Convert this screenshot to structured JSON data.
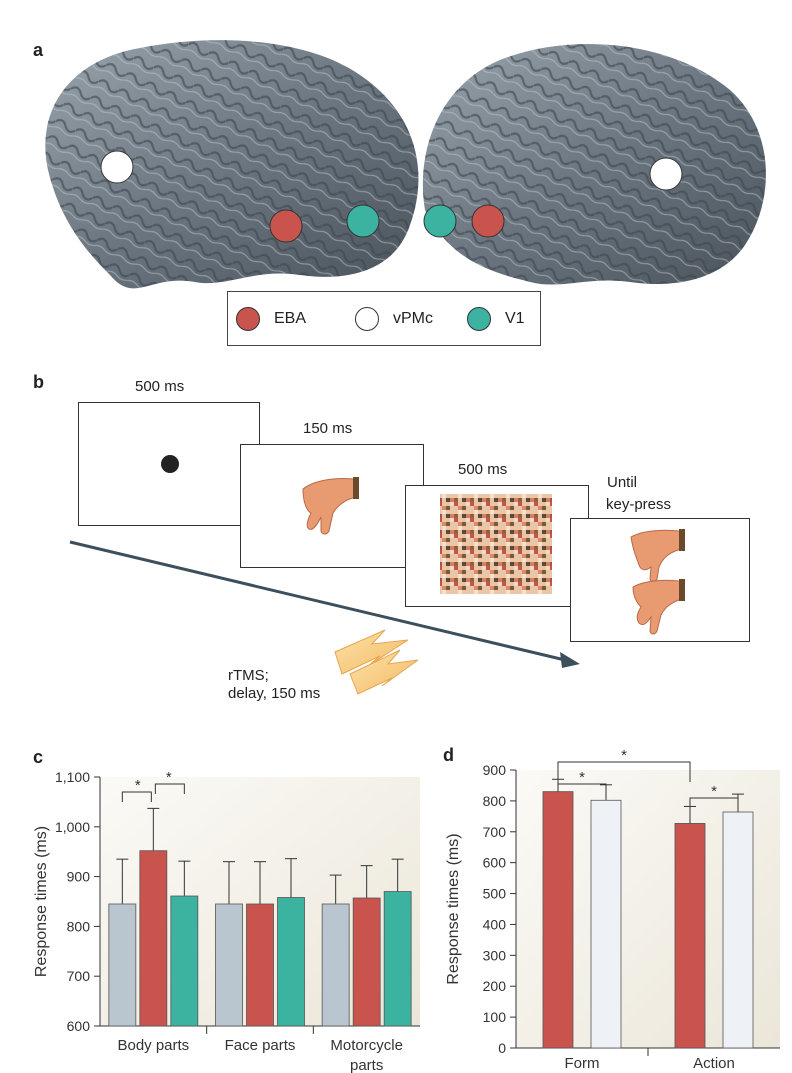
{
  "panels": {
    "a": "a",
    "b": "b",
    "c": "c",
    "d": "d"
  },
  "legend": [
    {
      "label": "EBA",
      "color": "#c9534d"
    },
    {
      "label": "vPMc",
      "color": "#ffffff"
    },
    {
      "label": "V1",
      "color": "#3bb3a0"
    }
  ],
  "timeline": {
    "frame1": "500 ms",
    "frame2": "150 ms",
    "frame3": "500 ms",
    "frame4_line1": "Until",
    "frame4_line2": "key-press",
    "rtms_line1": "rTMS;",
    "rtms_line2": "delay, 150 ms"
  },
  "chart_data": [
    {
      "type": "bar",
      "panel": "c",
      "ylabel": "Response times (ms)",
      "ylim": [
        600,
        1100
      ],
      "yticks": [
        "600",
        "700",
        "800",
        "900",
        "1,000",
        "1,100"
      ],
      "categories": [
        "Body parts",
        "Face parts",
        "Motorcycle parts"
      ],
      "series": [
        {
          "color": "#b9c6d0",
          "values": [
            845,
            845,
            845
          ],
          "errors": [
            90,
            85,
            58
          ]
        },
        {
          "color": "#c9534d",
          "values": [
            952,
            845,
            857
          ],
          "errors": [
            85,
            85,
            65
          ]
        },
        {
          "color": "#3bb3a0",
          "values": [
            861,
            858,
            870
          ],
          "errors": [
            70,
            78,
            65
          ]
        }
      ],
      "significance": [
        "*",
        "*"
      ]
    },
    {
      "type": "bar",
      "panel": "d",
      "ylabel": "Response times (ms)",
      "ylim": [
        0,
        900
      ],
      "yticks": [
        "0",
        "100",
        "200",
        "300",
        "400",
        "500",
        "600",
        "700",
        "800",
        "900"
      ],
      "categories": [
        "Form",
        "Action"
      ],
      "series": [
        {
          "color": "#c9534d",
          "values": [
            830,
            727
          ],
          "errors": [
            40,
            55
          ]
        },
        {
          "color": "#eef1f5",
          "values": [
            802,
            764
          ],
          "errors": [
            50,
            58
          ]
        }
      ],
      "significance": [
        "*",
        "*",
        "*"
      ]
    }
  ]
}
